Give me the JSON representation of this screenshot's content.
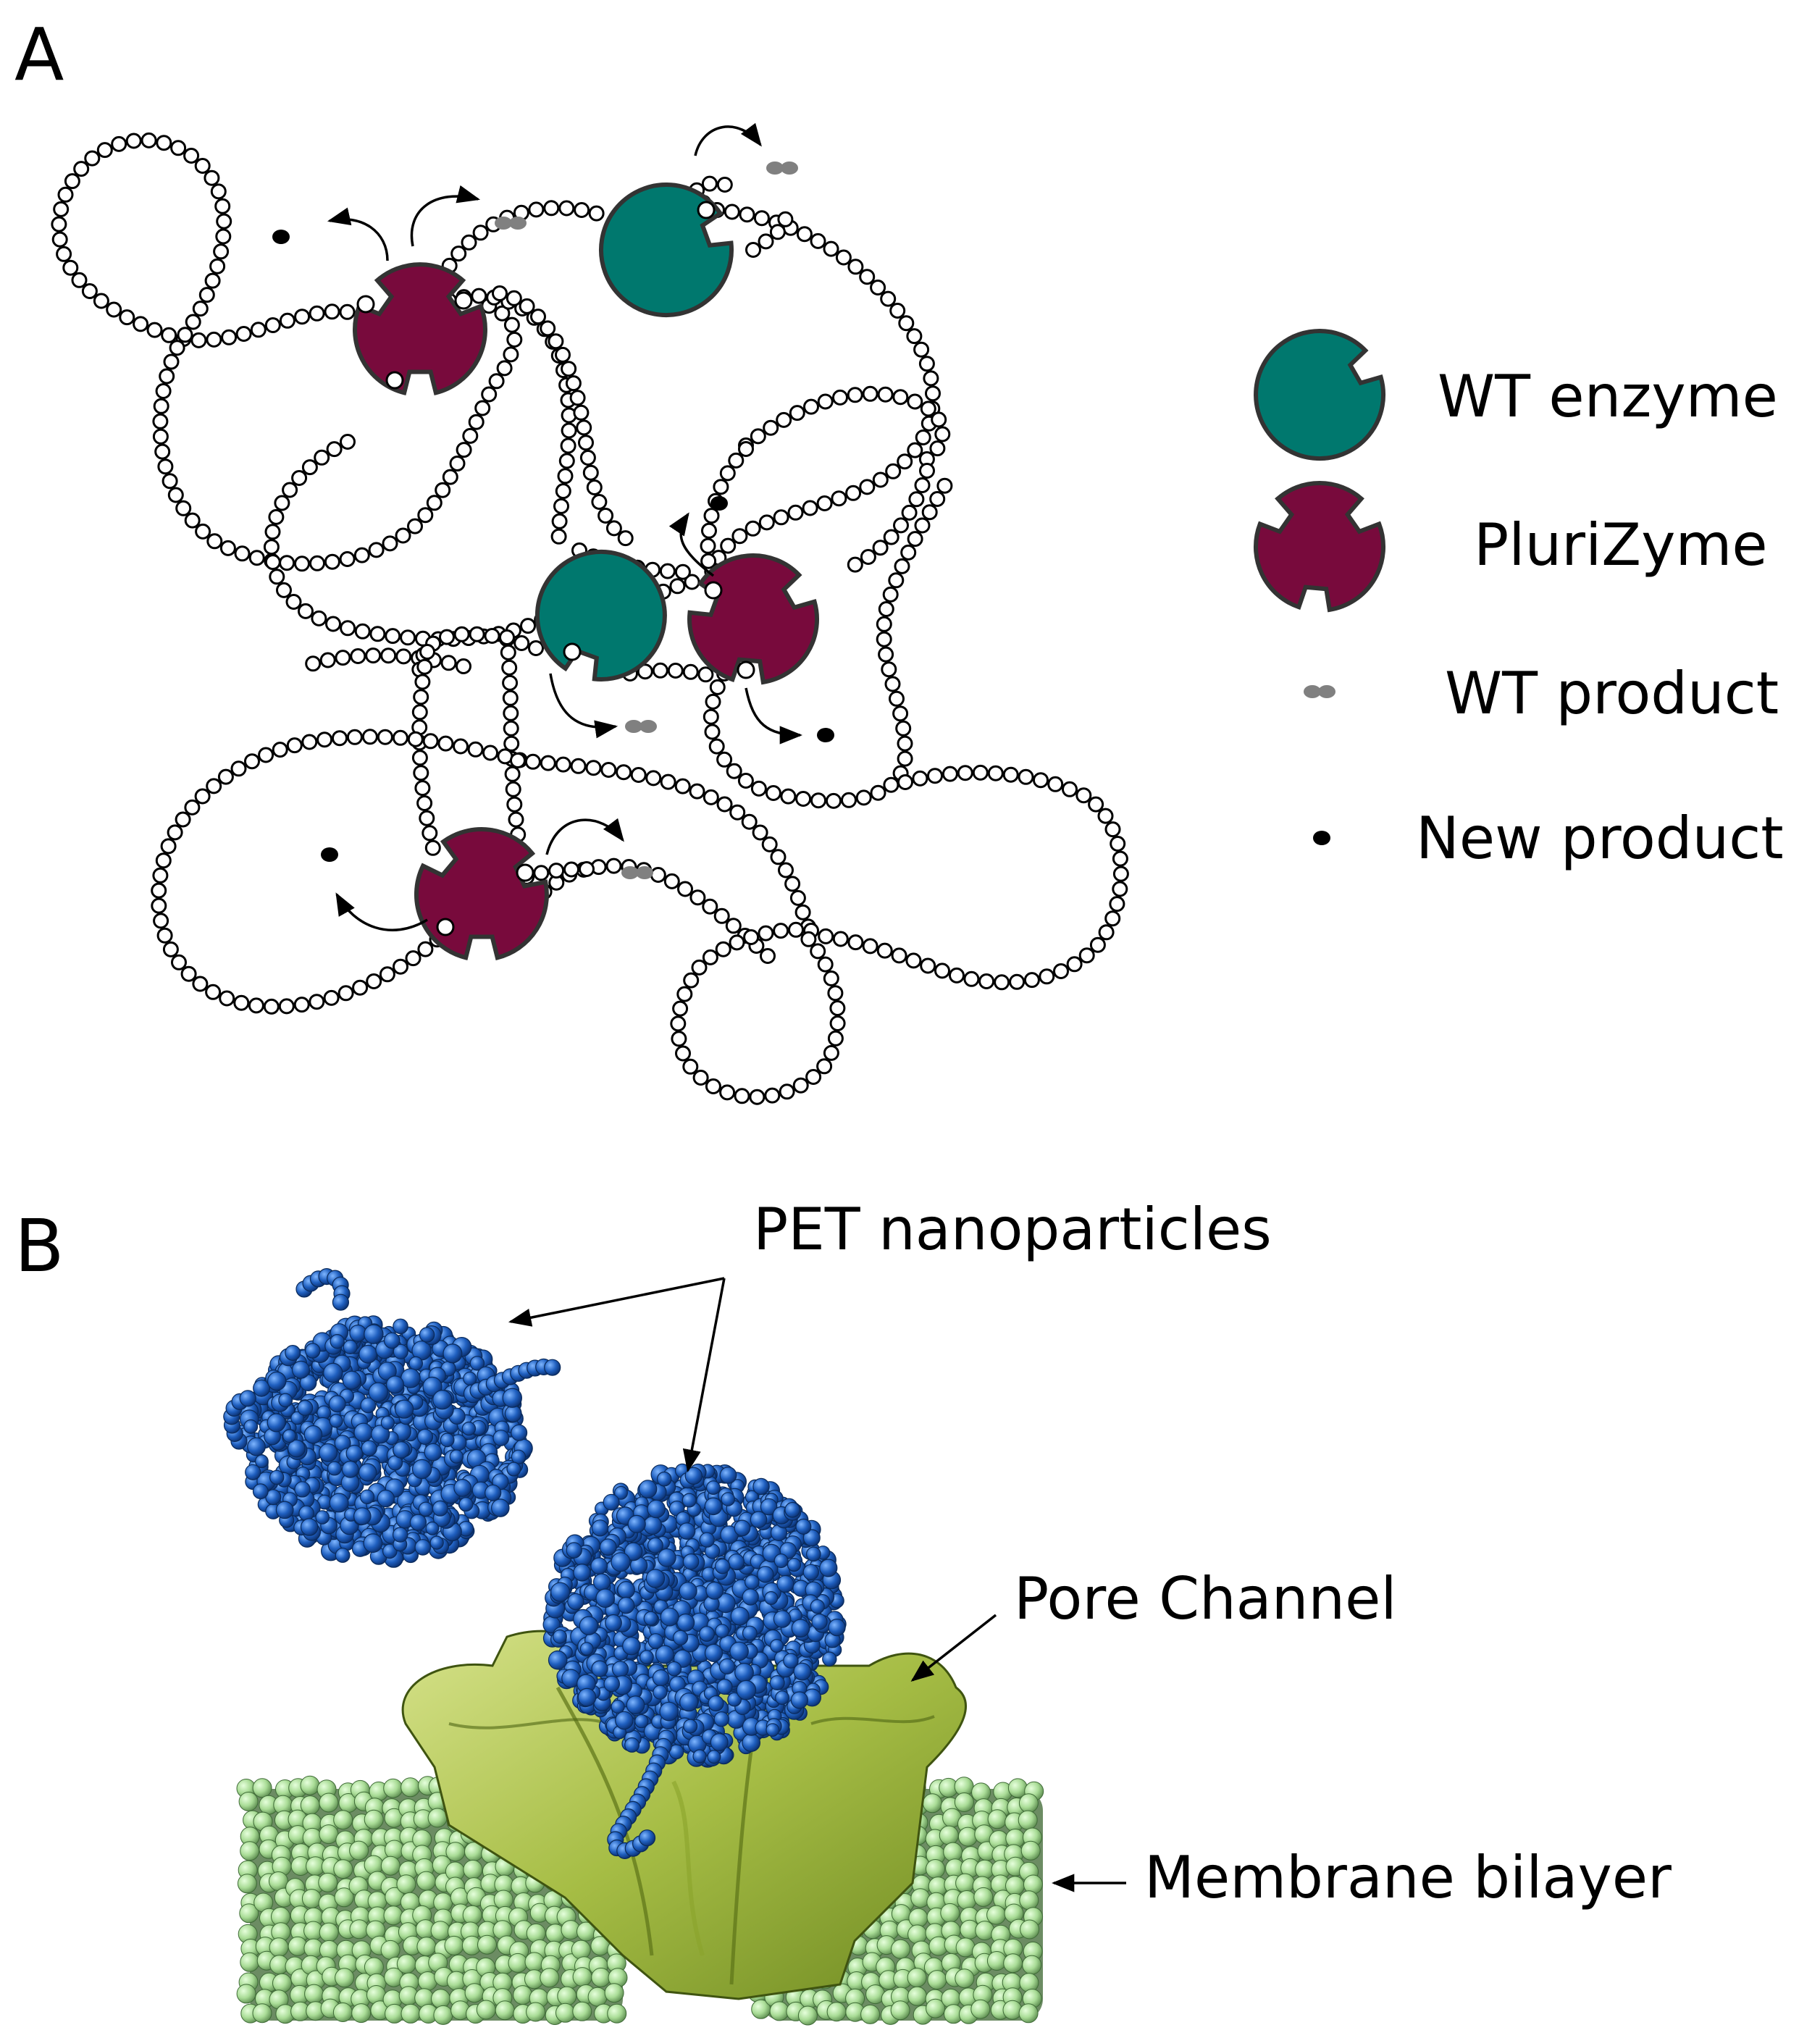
{
  "panels": {
    "a_label": "A",
    "b_label": "B"
  },
  "legend": {
    "wt_enzyme": "WT enzyme",
    "plurizyme": "PluriZyme",
    "wt_product": "WT product",
    "new_product": "New product"
  },
  "annotations": {
    "pet_nanoparticles": "PET nanoparticles",
    "pore_channel": "Pore Channel",
    "membrane_bilayer": "Membrane bilayer"
  },
  "colors": {
    "wt_enzyme": "#00786e",
    "plurizyme": "#780a3c",
    "enzyme_outline": "#333333",
    "wt_product": "#808080",
    "new_product": "#000000",
    "pet_blue": "#1f5fbf",
    "pore_green": "#a6bd45",
    "membrane_green": "#b9e6a8"
  }
}
